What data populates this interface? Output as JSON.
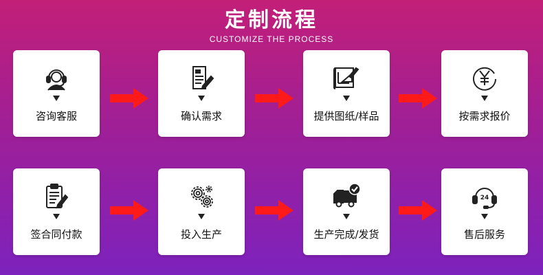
{
  "header": {
    "title": "定制流程",
    "subtitle": "CUSTOMIZE THE PROCESS"
  },
  "colors": {
    "background_top": "#c21f78",
    "background_bottom": "#7d22bd",
    "arrow": "#ff1a1a",
    "card": "#ffffff",
    "icon": "#222222"
  },
  "steps": [
    {
      "label": "咨询客服",
      "icon": "headset-user-icon"
    },
    {
      "label": "确认需求",
      "icon": "document-pen-icon"
    },
    {
      "label": "提供图纸/样品",
      "icon": "blueprint-icon"
    },
    {
      "label": "按需求报价",
      "icon": "yen-coin-icon"
    },
    {
      "label": "签合同付款",
      "icon": "clipboard-pen-icon"
    },
    {
      "label": "投入生产",
      "icon": "gears-icon"
    },
    {
      "label": "生产完成/发货",
      "icon": "delivery-truck-icon"
    },
    {
      "label": "售后服务",
      "icon": "24h-support-icon"
    }
  ]
}
